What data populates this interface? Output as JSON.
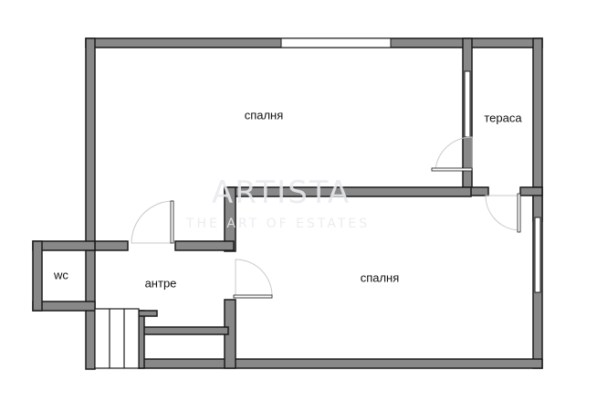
{
  "plan": {
    "rooms": {
      "bedroom_top": "спалня",
      "terrace": "тераса",
      "bedroom_bottom": "спалня",
      "entrance": "антре",
      "wc": "wc"
    },
    "watermark": {
      "brand": "ARTISTA",
      "tagline": "THE ART OF ESTATES"
    }
  },
  "colors": {
    "wall_fill": "#888888",
    "wall_stroke": "#1a1a1a",
    "window": "#ffffff",
    "door_swing": "#c8c8c8",
    "background": "#ffffff"
  }
}
